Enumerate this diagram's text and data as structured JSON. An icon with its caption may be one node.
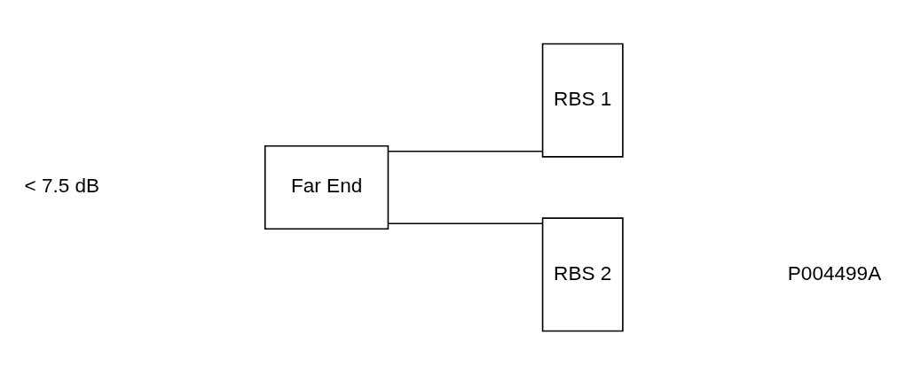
{
  "diagram": {
    "nodes": [
      {
        "text": [
          "Far End"
        ]
      },
      {
        "text": [
          "RBS 1"
        ]
      },
      {
        "text": [
          "RBS 2"
        ]
      }
    ],
    "edges": [
      {
        "from": 0,
        "to": 1,
        "arrow": "none"
      },
      {
        "from": 0,
        "to": 2,
        "arrow": "none"
      }
    ],
    "labels": [
      "< 7.5 dB",
      "P004499A"
    ]
  }
}
